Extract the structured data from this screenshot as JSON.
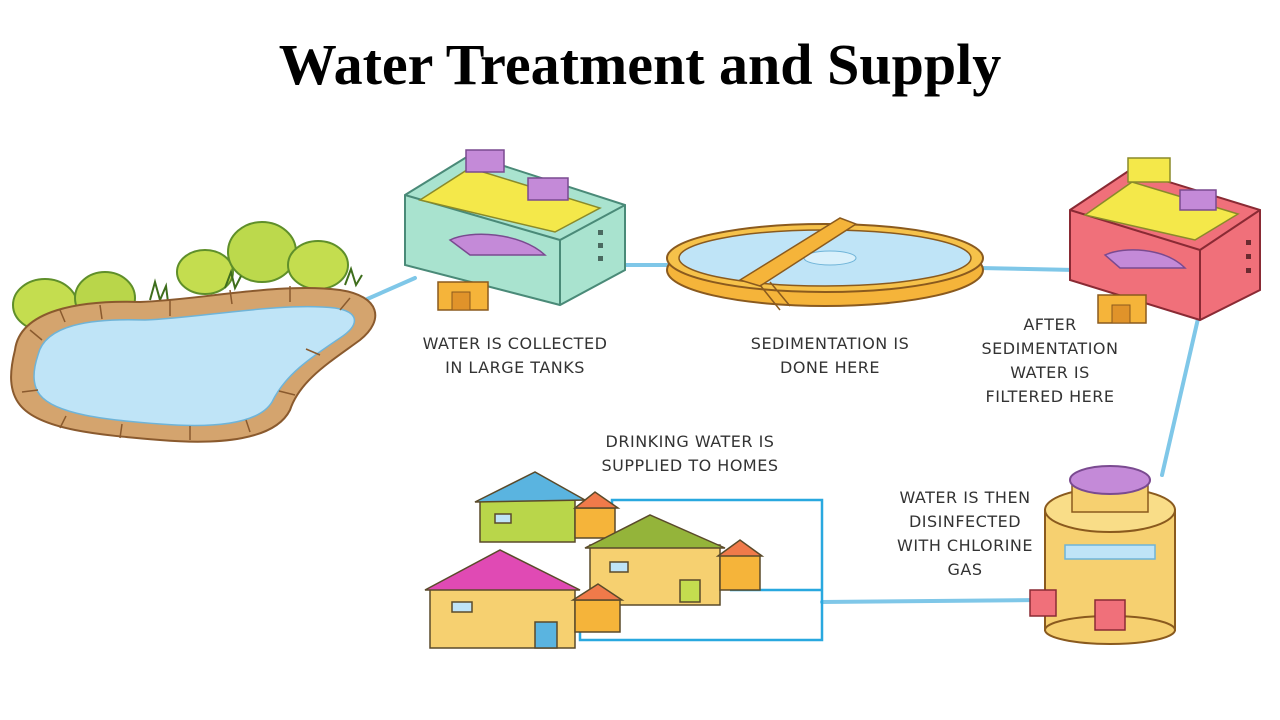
{
  "title": "Water Treatment and Supply",
  "steps": {
    "collect": "WATER IS COLLECTED\nIN LARGE TANKS",
    "sediment": "SEDIMENTATION IS\nDONE HERE",
    "filter": "AFTER\nSEDIMENTATION\nWATER IS\nFILTERED HERE",
    "disinfect": "WATER IS THEN\nDISINFECTED\nWITH CHLORINE\nGAS",
    "supply": "DRINKING WATER IS\nSUPPLIED TO HOMES"
  },
  "colors": {
    "pipe": "#7fc7e8",
    "house_pipe": "#29a8df",
    "water": "#bfe4f7",
    "tank_yellow": "#f4e84a",
    "tank_mint": "#a9e3cf",
    "tank_pink": "#f0707a",
    "purple": "#c48ad8",
    "orange": "#f5b43a"
  }
}
